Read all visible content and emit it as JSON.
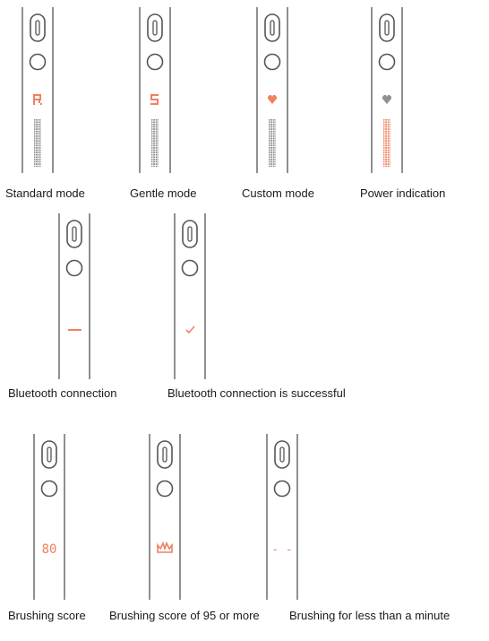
{
  "colors": {
    "accent": "#f08060",
    "grey": "#a0a0a0",
    "outline": "#555555"
  },
  "rows": [
    {
      "items": [
        {
          "caption": "Standard mode",
          "display": "letter-R-icon",
          "bar": "grey-bar-icon"
        },
        {
          "caption": "Gentle mode",
          "display": "letter-S-icon",
          "bar": "grey-bar-icon"
        },
        {
          "caption": "Custom mode",
          "display": "heart-icon",
          "bar": "grey-bar-icon"
        },
        {
          "caption": "Power indication",
          "display": "heart-icon-grey",
          "bar": "orange-bar-icon"
        }
      ]
    },
    {
      "items": [
        {
          "caption": "Bluetooth connection",
          "display": "dash-icon"
        },
        {
          "caption": "Bluetooth connection is successful",
          "display": "check-icon"
        }
      ]
    },
    {
      "items": [
        {
          "caption": "Brushing score",
          "display": "80"
        },
        {
          "caption": "Brushing score of 95 or more",
          "display": "crown-icon"
        },
        {
          "caption": "Brushing for less than a minute",
          "display": "- -"
        }
      ]
    }
  ]
}
